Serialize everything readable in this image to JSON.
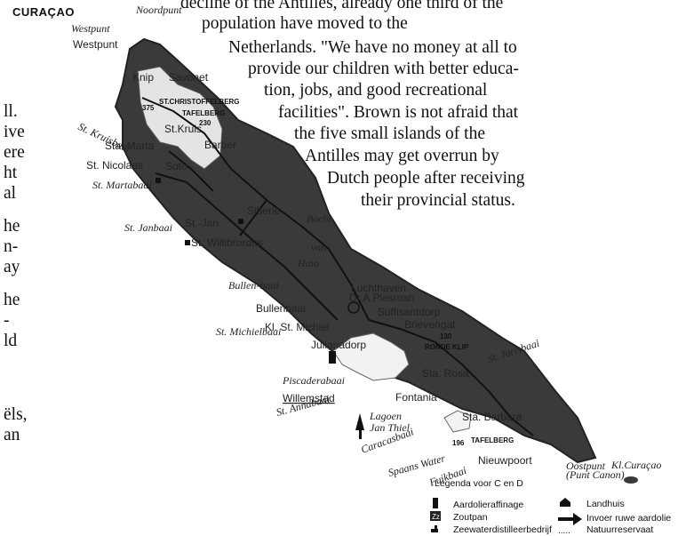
{
  "heading": "CURAÇAO",
  "article_lines": [
    "decline of the Antilles, already one third of the",
    "population have moved to the",
    "Netherlands. \"We have no money at all to",
    "provide our children with better educa-",
    "tion, jobs, and good recreational",
    "facilities\". Brown is not afraid that",
    "the five small islands of the",
    "Antilles may get overrun by",
    "Dutch people after receiving",
    "their provincial status."
  ],
  "left_fragments": [
    "ll.",
    "ive",
    "ere",
    "ht",
    "al",
    "he",
    "n-",
    "ay",
    "he",
    "-",
    "ld",
    "ëls,",
    "an"
  ],
  "map": {
    "places": {
      "noordpunt": "Noordpunt",
      "westpunt1": "Westpunt",
      "westpunt2": "Westpunt",
      "knip": "Knip",
      "savonet": "Savonet",
      "st_christoffelberg": "ST.CHRISTOFFELBERG",
      "elev_375": "375",
      "tafelberg_n": "TAFELBERG",
      "elev_230": "230",
      "st_kruisbaai": "St. Kruisbaai",
      "st_kruis": "St.Kruis",
      "barber": "Barber",
      "sta_marta": "Sta. Marta",
      "st_nicolaas": "St. Nicolaas",
      "soto": "Soto",
      "st_martabaai": "St. Martabaai",
      "siberie": "Siberie",
      "bocht": "Bocht",
      "st_jan": "St.-Jan",
      "st_janbaai": "St. Janbaai",
      "st_willibrordus": "St. Willibrordus",
      "van": "van",
      "hato": "Hato",
      "luchthaven": "Luchthaven",
      "dr_plesman": "Dr.A.Plesman",
      "bullenbaai_lbl": "Bullen-baai",
      "bullenbaai": "Bullenbaai",
      "kl_st_michiel": "Kl. St. Michiel",
      "suffisantdorp": "Suffisantdorp",
      "brievengat": "Brievengat",
      "elev_130": "130",
      "ronde_klip": "RONDE KLIP",
      "st_michielbaai": "St. Michielbaai",
      "julianadorp": "Julianadorp",
      "st_jorisbaai": "St. Jorisbaai",
      "sta_rosa": "Sta. Rosa",
      "piscadera": "Piscaderabaai",
      "willemstad": "Willemstad",
      "fontania": "Fontania",
      "st_annabaai": "St. Annabaai",
      "lagoen": "Lagoen",
      "jan_thiel": "Jan Thiel",
      "sta_barbara": "Sta. Barbara",
      "elev_196": "196",
      "tafelberg_s": "TAFELBERG",
      "caracasbaai": "Caracasbaai",
      "spaans_water": "Spaans Water",
      "nieuwpoort": "Nieuwpoort",
      "fuikbaai": "Fuikbaai",
      "oostpunt": "Oostpunt",
      "punt_canon": "(Punt Canon)",
      "kl_curacao": "Kl.Curaçao"
    },
    "legend": {
      "title": "Legenda voor C en D",
      "items": {
        "refinery": "Aardolieraffinage",
        "saltpan": "Zoutpan",
        "distillery": "Zeewaterdistilleerbedrijf",
        "landhuis": "Landhuis",
        "crude_import": "Invoer ruwe aardolie",
        "reserve": "Natuurreservaat"
      },
      "saltpan_symbol": "Zz"
    }
  }
}
